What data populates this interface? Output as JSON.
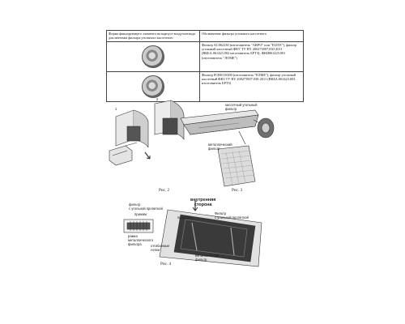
{
  "table": {
    "header_left": "Форма фиксирующего элемента на корпусе воздухоотвода для монтажа фильтра угольного кассетного",
    "header_right": "Обозначение фильтра угольного кассетного",
    "row1_right": "Фильтр AC062230 (изготовитель \"АКРО\" или \"ELITE\"), фильтр угольный кассетный ФКУ ТУ ВҮ 200273907.030-2011 (ВКБА.061423.002 изготовитель БРТЗ); ФКИ061423.001 (изготовитель \"ЛОМЕ\")",
    "row2_right": "Фильтр FCB0116300 (изготовитель \"ЕЛМЕ\"), фильтр угольный кассетный ФКЗ ТУ ВҮ 200273907.030-2011 (ВКБА.061423.003 изготовитель БРТЗ)"
  },
  "fig2": {
    "caption": "Рис. 2",
    "mark1": "1",
    "mark2": "2"
  },
  "fig3": {
    "caption": "Рис. 3",
    "label_cassette": "кассетный угольный\nфильтр",
    "label_metal": "металлический\nфильтр"
  },
  "fig4": {
    "caption": "Рис. 4",
    "label_inner": "внутренняя\nсторона",
    "label_carbon_tl": "фильтр\nс угольной пропиткой",
    "label_clamps_l": "прижим",
    "label_frame": "рамка\nметаллического\nфильтра",
    "label_flaps": "отгибаемые\nлепки",
    "label_clamps_r": "прижимы",
    "label_carbon_r": "Фильтр\nс угольной пропиткой",
    "label_metal_b": "металлический\nфильтр"
  }
}
